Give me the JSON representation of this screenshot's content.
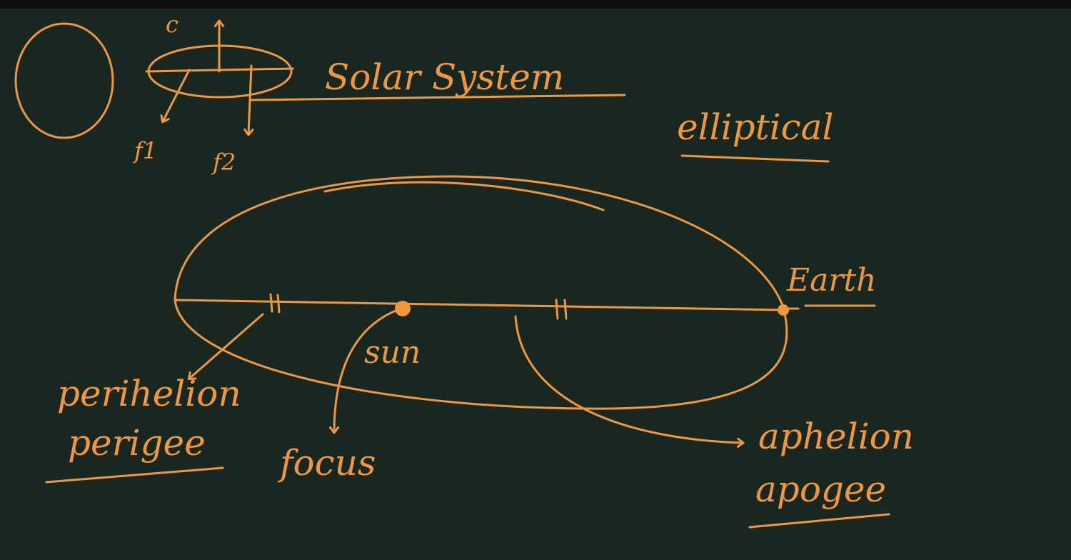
{
  "labels": {
    "c": "c",
    "f1": "f1",
    "f2": "f2",
    "solar_system": "Solar System",
    "elliptical": "elliptical",
    "earth": "Earth",
    "sun": "sun",
    "focus": "focus",
    "perihelion": "perihelion",
    "perigee": "perigee",
    "aphelion": "aphelion",
    "apogee": "apogee"
  },
  "colors": {
    "board": "#182820",
    "ink": "#f0963c",
    "topbar": "#0f0f0f"
  }
}
